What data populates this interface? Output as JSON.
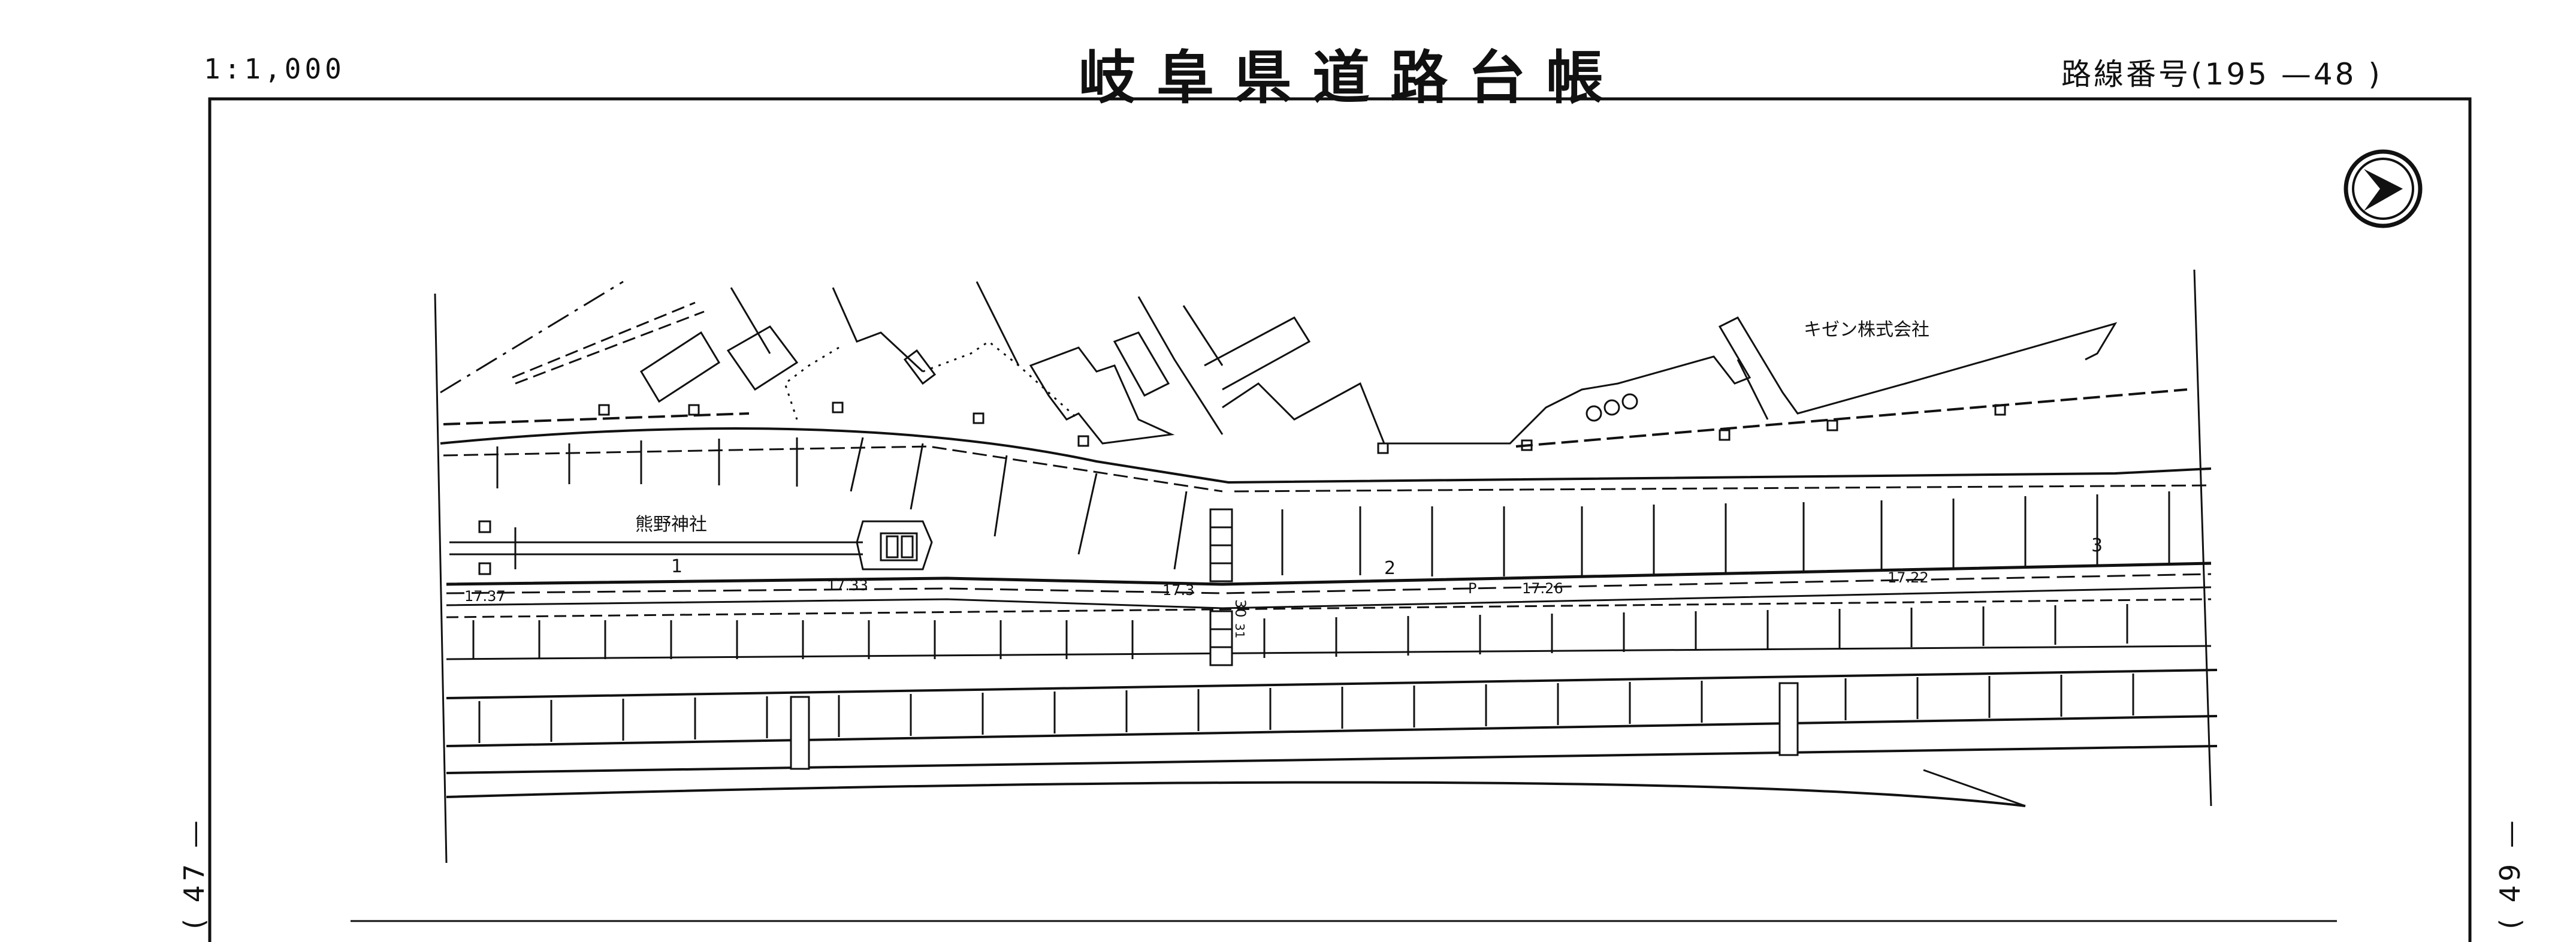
{
  "header": {
    "scale": "1:1,000",
    "title": "岐阜県道路台帳",
    "route_label": "路線番号(195 —48 )"
  },
  "sheet_refs": {
    "left": "( 47 —",
    "right": "( 49 —"
  },
  "map_labels": {
    "company": "キゼン株式会社",
    "shrine": "熊野神社",
    "bridge_mark": "30",
    "bridge_mark2": "31",
    "station_1": "1",
    "station_2": "2",
    "station_3": "3",
    "point_p": "P",
    "elev_1": "17.37",
    "elev_2": "17.33",
    "elev_3": "17.3",
    "elev_4": "17.26",
    "elev_5": "17.22"
  },
  "icons": {
    "north_arrow": "north-arrow-icon"
  }
}
